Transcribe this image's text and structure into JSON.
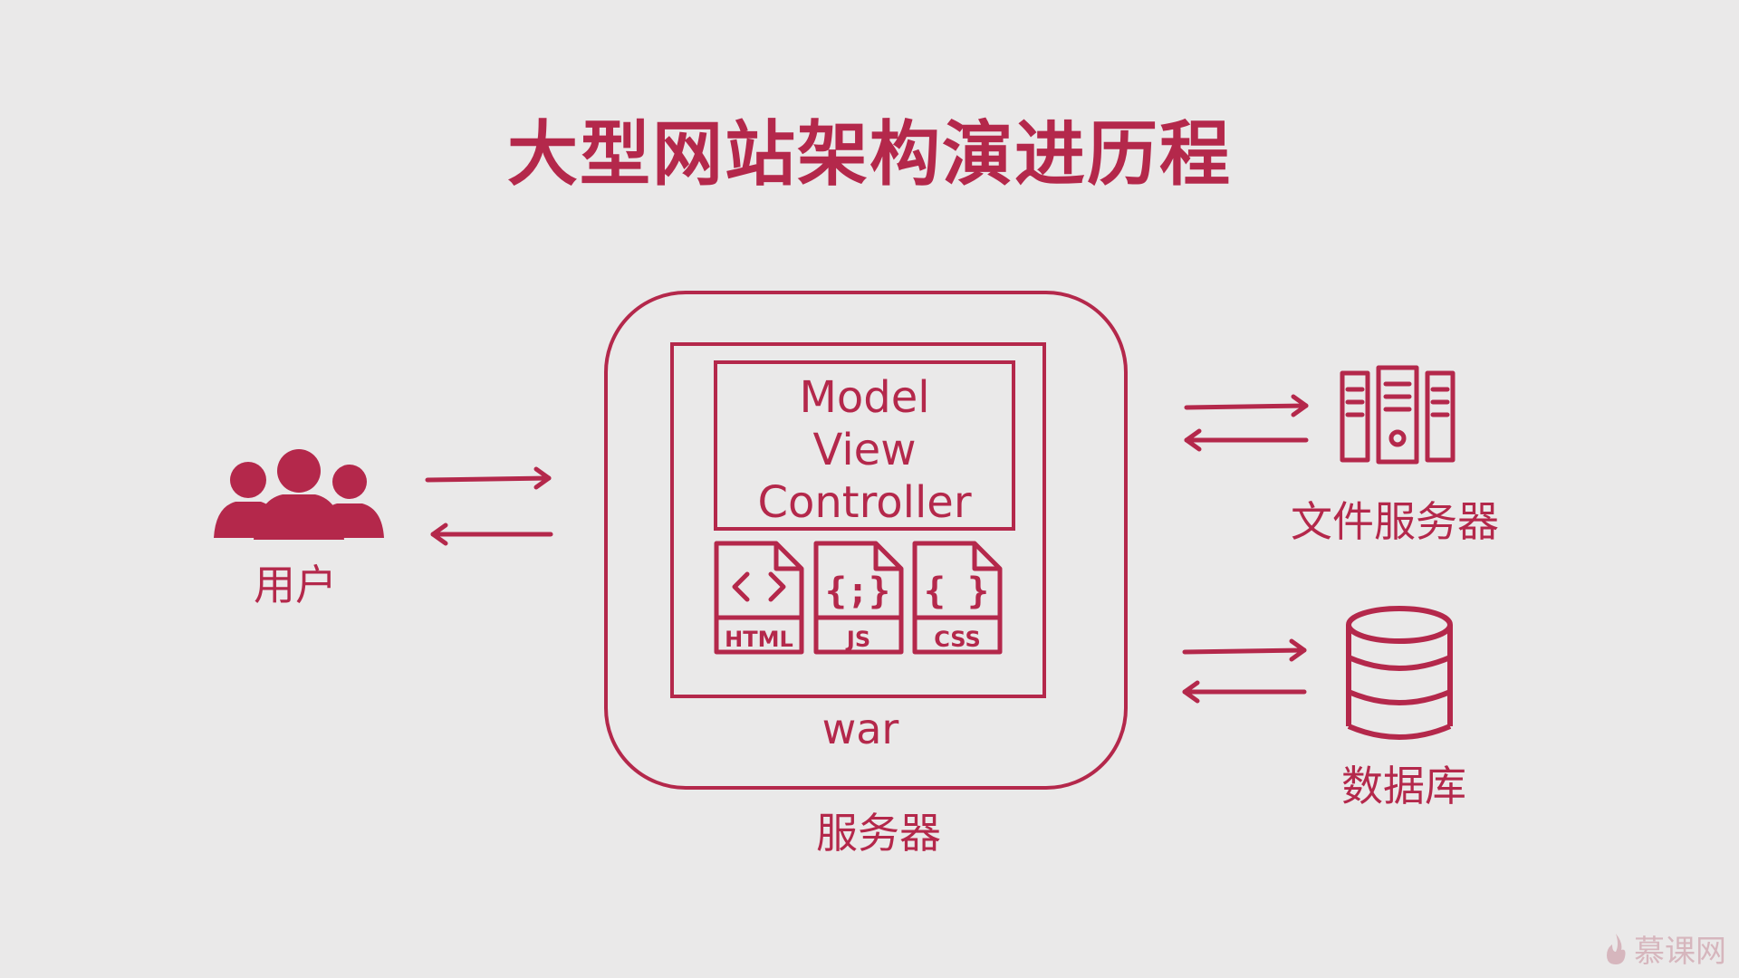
{
  "title": "大型网站架构演进历程",
  "users": {
    "label": "用户"
  },
  "server": {
    "label": "服务器",
    "war_label": "war",
    "mvc_lines": [
      "Model",
      "View",
      "Controller"
    ],
    "files": [
      {
        "label": "HTML",
        "icon": "code-brackets-icon"
      },
      {
        "label": "JS",
        "icon": "js-braces-icon"
      },
      {
        "label": "CSS",
        "icon": "css-braces-icon"
      }
    ]
  },
  "file_server": {
    "label": "文件服务器"
  },
  "database": {
    "label": "数据库"
  },
  "watermark": {
    "label": "慕课网",
    "icon": "flame-icon"
  },
  "colors": {
    "accent": "#b4284b",
    "background": "#eae9e9",
    "watermark": "#d6b6bd"
  }
}
